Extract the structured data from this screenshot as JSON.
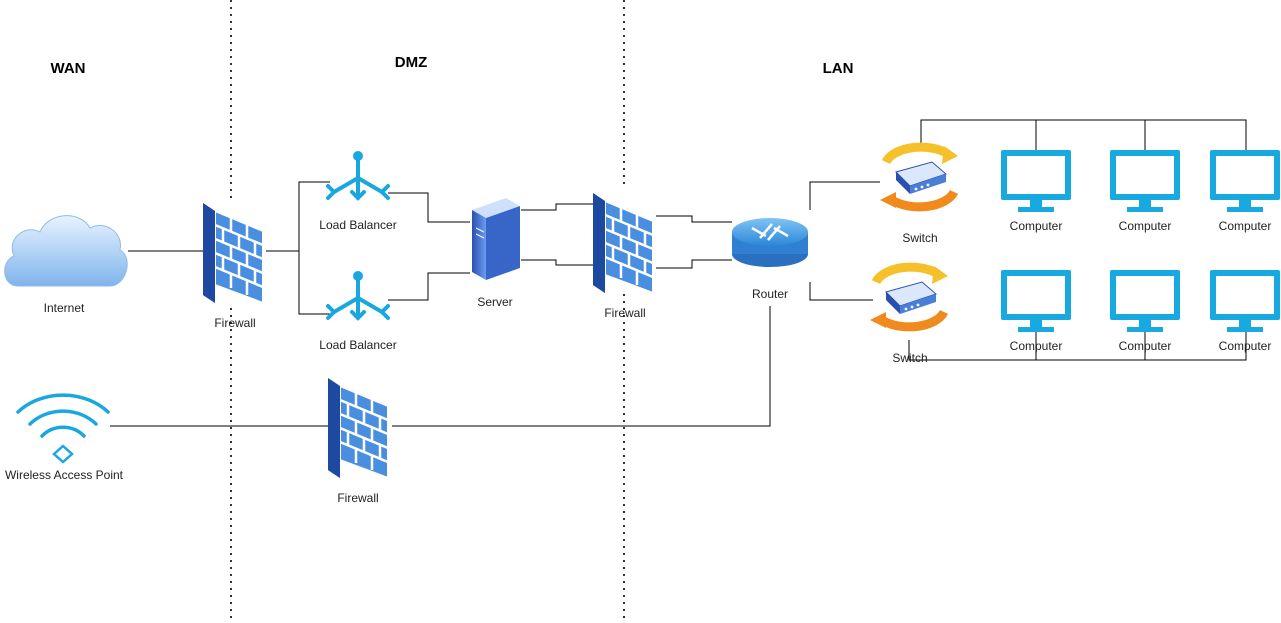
{
  "zones": [
    "WAN",
    "DMZ",
    "LAN"
  ],
  "nodes": {
    "internet": "Internet",
    "firewall_wan": "Firewall",
    "load_balancer_top": "Load Balancer",
    "load_balancer_bottom": "Load Balancer",
    "server": "Server",
    "firewall_dmz": "Firewall",
    "router": "Router",
    "switch_top": "Switch",
    "switch_bottom": "Switch",
    "computers_top": [
      "Computer",
      "Computer",
      "Computer"
    ],
    "computers_bottom": [
      "Computer",
      "Computer",
      "Computer"
    ],
    "wireless_ap": "Wireless Access Point",
    "firewall_wireless": "Firewall"
  },
  "icons": {
    "internet": "cloud-icon",
    "firewall": "firewall-brick-icon",
    "load_balancer": "load-balancer-icon",
    "server": "server-icon",
    "router": "router-icon",
    "switch": "switch-icon",
    "computer": "monitor-icon",
    "wireless_ap": "wifi-icon"
  },
  "colors": {
    "firewall_blue": "#3b7fd9",
    "device_cyan": "#1aa7e0",
    "switch_orange": "#f08a1c",
    "switch_yellow": "#f6c02a",
    "line": "#000000"
  }
}
